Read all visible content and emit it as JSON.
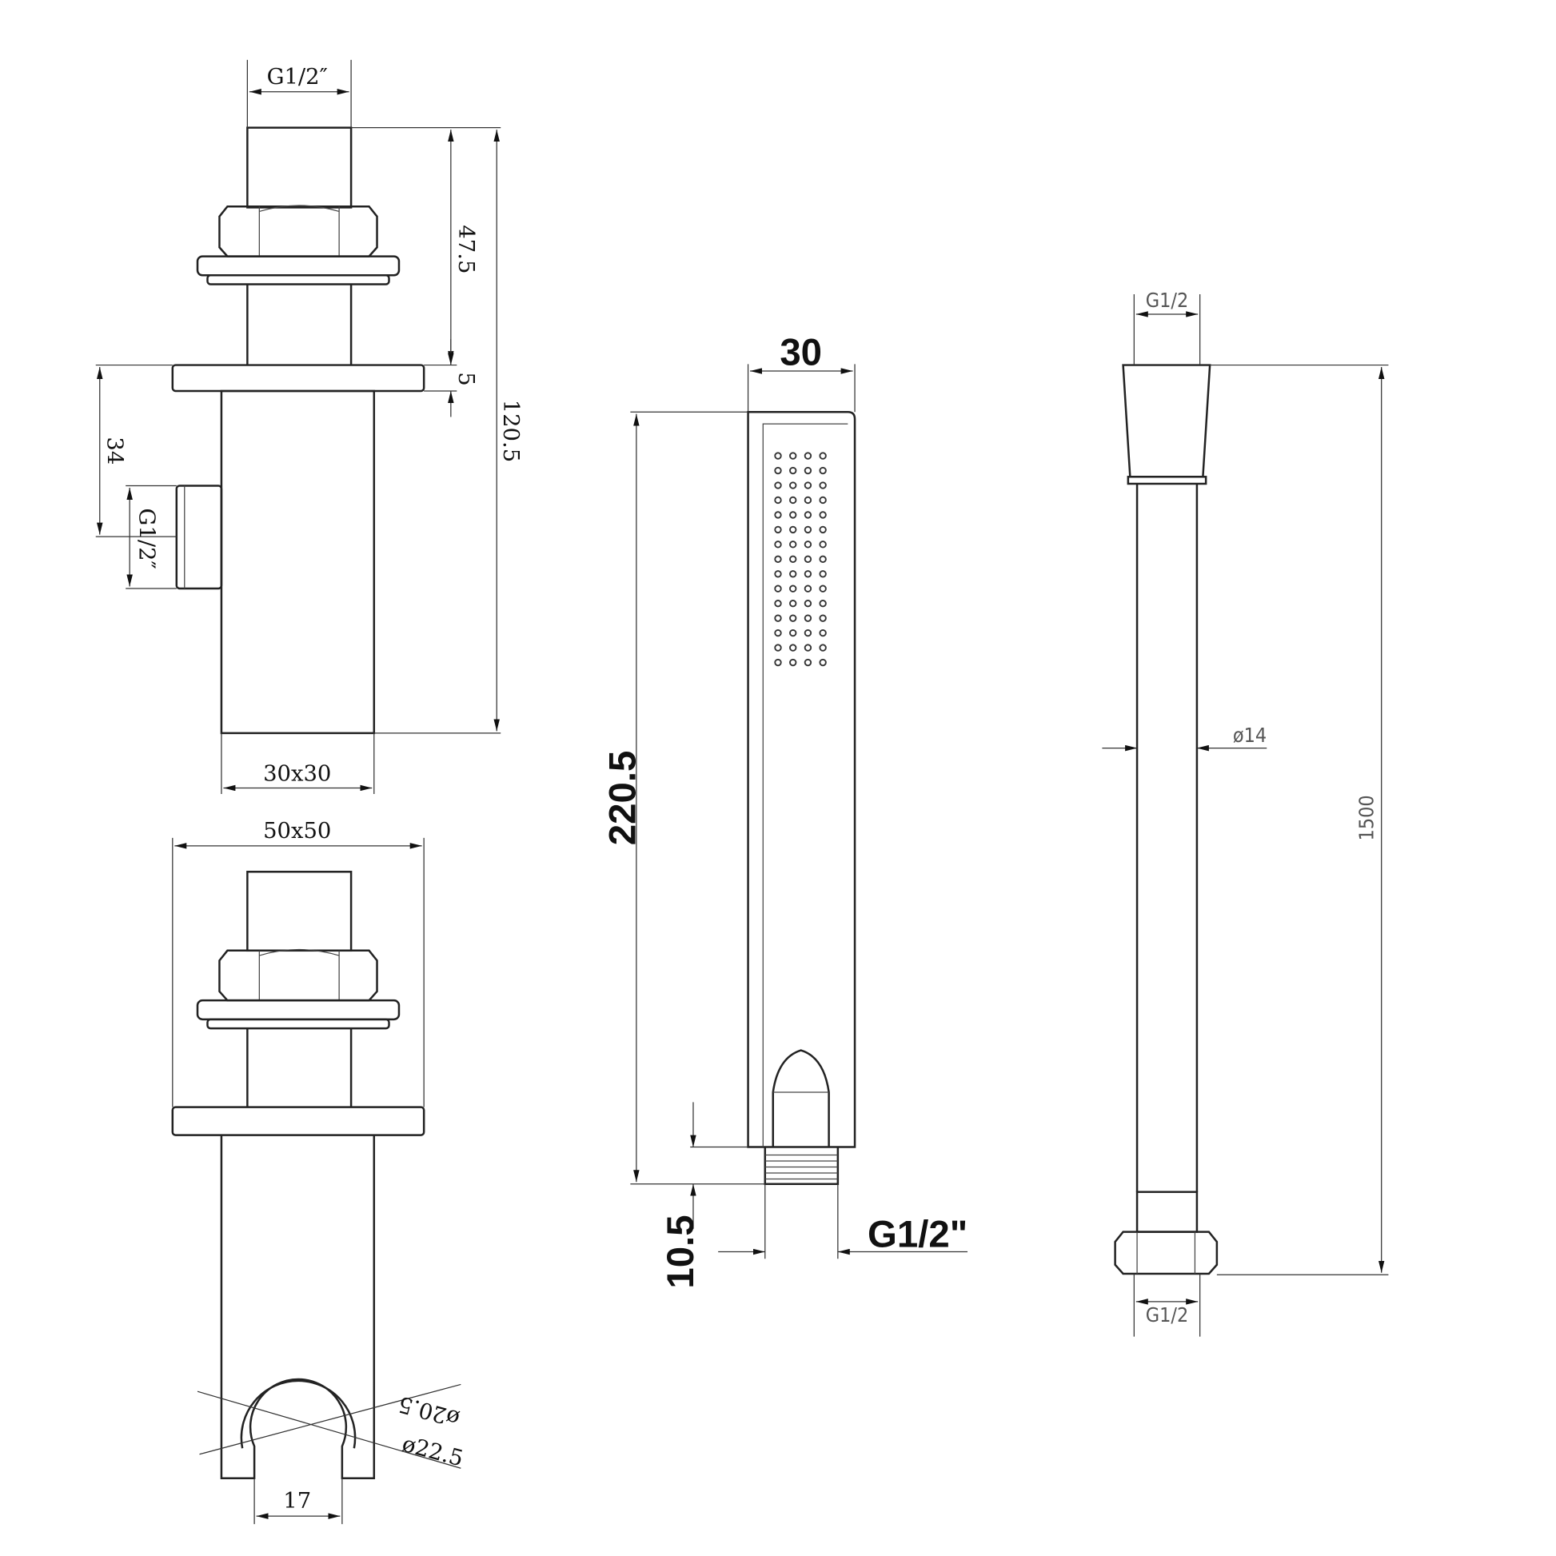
{
  "arm": {
    "top_thread": "G1/2″",
    "dim_47_5": "47.5",
    "dim_5": "5",
    "dim_120_5": "120.5",
    "dim_34": "34",
    "side_thread": "G1/2″",
    "dim_30x30": "30x30"
  },
  "holder": {
    "dim_50x50": "50x50",
    "dia_20_5": "ø20.5",
    "dia_22_5": "ø22.5",
    "dim_17": "17"
  },
  "handshower": {
    "dim_30": "30",
    "dim_220_5": "220.5",
    "dim_10_5": "10.5",
    "thread": "G1/2\""
  },
  "hose": {
    "top_thread": "G1/2",
    "dia_14": "ø14",
    "length": "1500",
    "bottom_thread": "G1/2"
  }
}
